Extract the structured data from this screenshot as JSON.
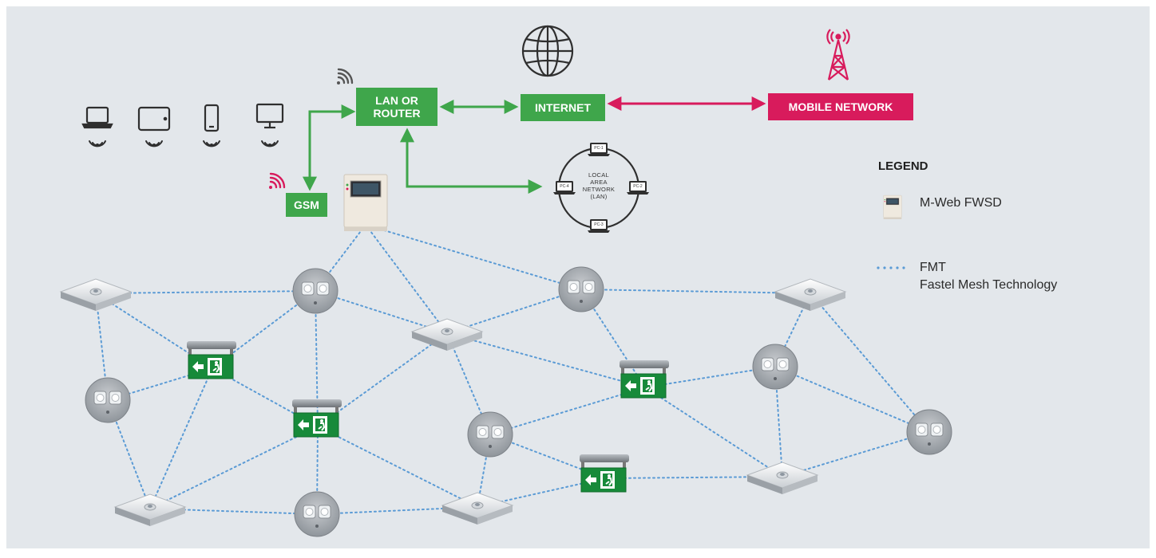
{
  "boxes": {
    "lan_router_line1": "LAN OR",
    "lan_router_line2": "ROUTER",
    "internet": "INTERNET",
    "mobile_network": "MOBILE NETWORK",
    "gsm": "GSM"
  },
  "lan": {
    "line1": "LOCAL",
    "line2": "AREA",
    "line3": "NETWORK",
    "line4": "(LAN)",
    "pcs": [
      "PC-1",
      "PC-2",
      "PC-3",
      "PC-4"
    ]
  },
  "legend": {
    "title": "LEGEND",
    "fwsd_label": "M-Web FWSD",
    "fmt_label": "FMT",
    "fmt_desc": "Fastel Mesh Technology"
  },
  "colors": {
    "background": "#e3e7eb",
    "link_green": "#3fa64b",
    "link_red": "#d81b5c",
    "mesh_dots": "#5b9bd5",
    "device_dark": "#3c3c3c"
  },
  "icons": [
    "globe-icon",
    "antenna-tower-icon",
    "wifi-icon",
    "laptop-icon",
    "tablet-icon",
    "phone-icon",
    "monitor-icon",
    "exit-sign-icon",
    "ceiling-sensor-icon",
    "round-luminaire-icon",
    "fwsd-panel-icon"
  ]
}
